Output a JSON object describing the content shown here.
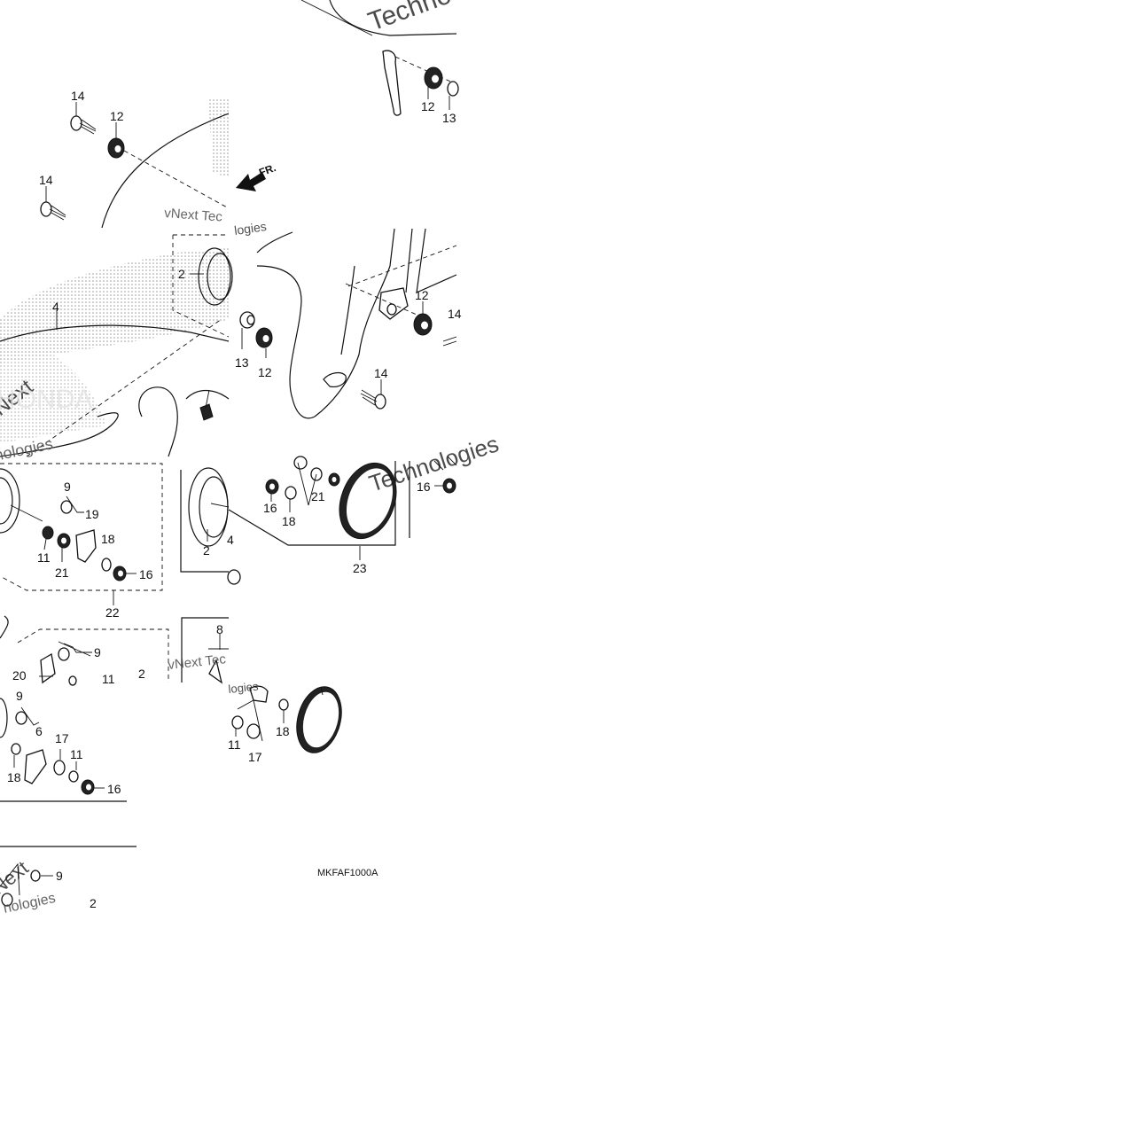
{
  "diagram": {
    "code": "MKFAF1000A",
    "direction_label": "FR.",
    "watermarks": [
      "Techno",
      "vNext Tec",
      "vNext Technologies",
      "Technologies",
      "Next",
      "logies",
      "nologies",
      "HONDA"
    ],
    "callouts": {
      "c14a": "14",
      "c12a": "12",
      "c14b": "14",
      "c12b": "12",
      "c13a": "13",
      "c2a": "2",
      "c4a": "4",
      "c13b": "13",
      "c12c": "12",
      "c12d": "12",
      "c14c": "14",
      "c14d": "14",
      "c9a": "9",
      "c19": "19",
      "c18a": "18",
      "c11a": "11",
      "c21a": "21",
      "c16a": "16",
      "c22": "22",
      "c2b": "2",
      "c4b": "4",
      "c16b": "16",
      "c18b": "18",
      "c21b": "21",
      "c23": "23",
      "c16c": "16",
      "c9b": "9",
      "c20": "20",
      "c11b": "11",
      "c2c": "2",
      "c8": "8",
      "c9c": "9",
      "c6": "6",
      "c17a": "17",
      "c11c": "11",
      "c18c": "18",
      "c16d": "16",
      "c11d": "11",
      "c17b": "17",
      "c18d": "18",
      "c9d": "9",
      "c2d": "2"
    }
  }
}
